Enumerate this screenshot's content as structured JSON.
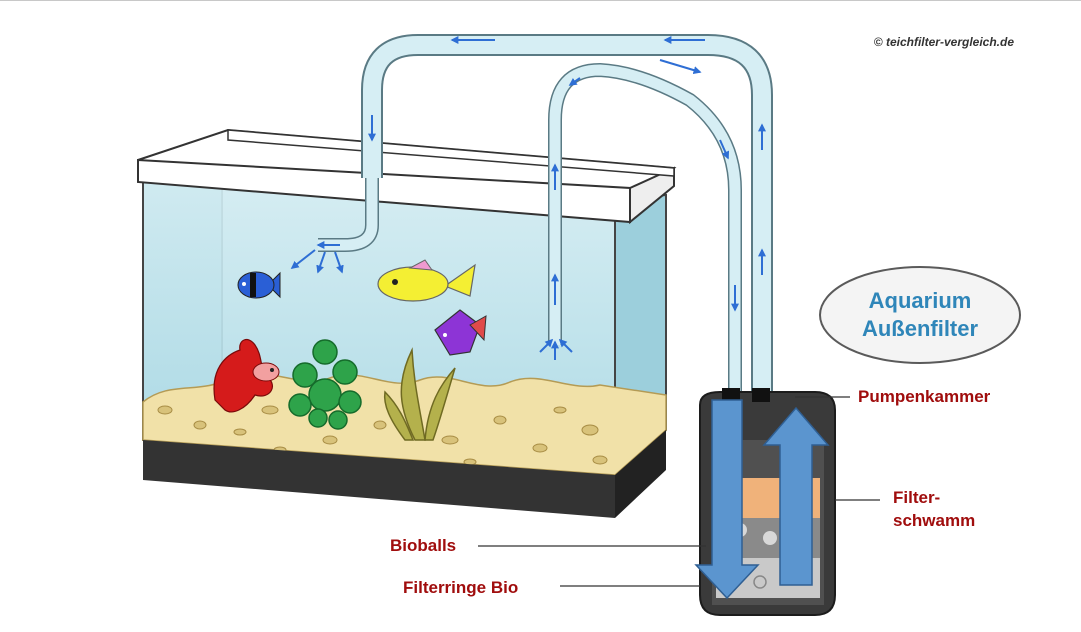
{
  "copyright": "© teichfilter-vergleich.de",
  "title": {
    "line1": "Aquarium",
    "line2": "Außenfilter"
  },
  "labels": {
    "pump_chamber": "Pumpenkammer",
    "filter_sponge_line1": "Filter-",
    "filter_sponge_line2": "schwamm",
    "bioballs": "Bioballs",
    "filter_rings": "Filterringe Bio"
  },
  "colors": {
    "label_red": "#a00d0d",
    "title_blue": "#2f86b9",
    "water": "#c8e7ee",
    "hose": "#d6eef4",
    "flow_arrow": "#2e6ed4",
    "filter_body": "#3a3a3a",
    "filter_big_arrow": "#5b95cf",
    "sand": "#f1e1a8"
  }
}
